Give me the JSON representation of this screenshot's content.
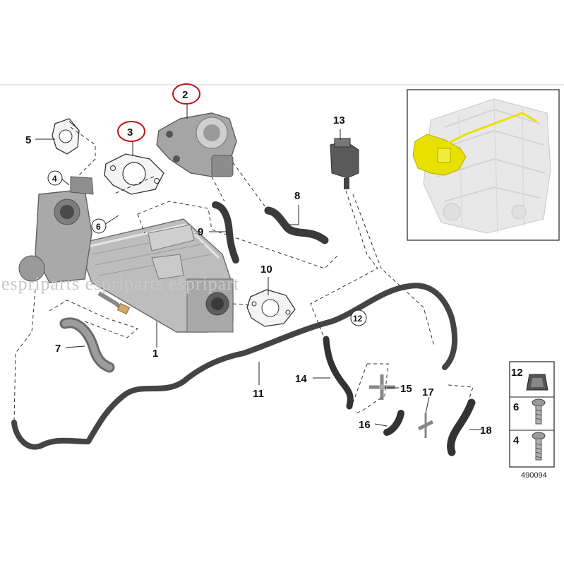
{
  "diagram": {
    "watermark": "espriparts espriparts espripart",
    "ref_number": "490094",
    "colors": {
      "highlight_ring": "#c0141b",
      "part_highlight": "#e8e000",
      "hose": "#3c3c3c",
      "part_gray": "#8a8a8a"
    },
    "callouts": [
      {
        "id": "1",
        "label": "1"
      },
      {
        "id": "2",
        "label": "2",
        "highlighted": true
      },
      {
        "id": "3",
        "label": "3",
        "highlighted": true
      },
      {
        "id": "4",
        "label": "4"
      },
      {
        "id": "5",
        "label": "5"
      },
      {
        "id": "6",
        "label": "6"
      },
      {
        "id": "7",
        "label": "7"
      },
      {
        "id": "8",
        "label": "8"
      },
      {
        "id": "9",
        "label": "9"
      },
      {
        "id": "10",
        "label": "10"
      },
      {
        "id": "11",
        "label": "11"
      },
      {
        "id": "12",
        "label": "12"
      },
      {
        "id": "13",
        "label": "13"
      },
      {
        "id": "14",
        "label": "14"
      },
      {
        "id": "15",
        "label": "15"
      },
      {
        "id": "16",
        "label": "16"
      },
      {
        "id": "17",
        "label": "17"
      },
      {
        "id": "18",
        "label": "18"
      }
    ],
    "legend": [
      {
        "label": "12",
        "icon": "clip-icon"
      },
      {
        "label": "6",
        "icon": "bolt-icon"
      },
      {
        "label": "4",
        "icon": "screw-icon"
      }
    ]
  }
}
